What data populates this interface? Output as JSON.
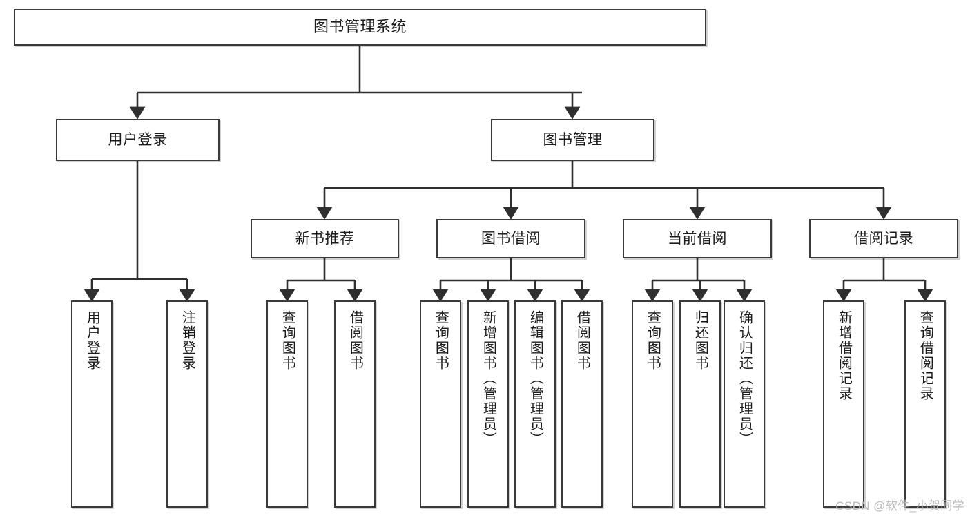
{
  "diagram": {
    "type": "tree",
    "title": "图书管理系统",
    "root": {
      "label": "图书管理系统"
    },
    "level2": [
      {
        "id": "user-login",
        "label": "用户登录"
      },
      {
        "id": "book-manage",
        "label": "图书管理"
      }
    ],
    "level3": [
      {
        "id": "new-book-recommend",
        "label": "新书推荐",
        "parent": "book-manage"
      },
      {
        "id": "book-borrow",
        "label": "图书借阅",
        "parent": "book-manage"
      },
      {
        "id": "current-borrow",
        "label": "当前借阅",
        "parent": "book-manage"
      },
      {
        "id": "borrow-record",
        "label": "借阅记录",
        "parent": "book-manage"
      }
    ],
    "leaves": [
      {
        "id": "leaf-user-login",
        "label": "用户登录",
        "parent": "user-login"
      },
      {
        "id": "leaf-user-logout",
        "label": "注销登录",
        "parent": "user-login"
      },
      {
        "id": "leaf-query-book-1",
        "label": "查询图书",
        "parent": "new-book-recommend"
      },
      {
        "id": "leaf-borrow-book-1",
        "label": "借阅图书",
        "parent": "new-book-recommend"
      },
      {
        "id": "leaf-query-book-2",
        "label": "查询图书",
        "parent": "book-borrow"
      },
      {
        "id": "leaf-add-book",
        "label": "新增图书（管理员）",
        "parent": "book-borrow"
      },
      {
        "id": "leaf-edit-book",
        "label": "编辑图书（管理员）",
        "parent": "book-borrow"
      },
      {
        "id": "leaf-borrow-book-2",
        "label": "借阅图书",
        "parent": "book-borrow"
      },
      {
        "id": "leaf-query-book-3",
        "label": "查询图书",
        "parent": "current-borrow"
      },
      {
        "id": "leaf-return-book",
        "label": "归还图书",
        "parent": "current-borrow"
      },
      {
        "id": "leaf-confirm-return",
        "label": "确认归还（管理员）",
        "parent": "current-borrow"
      },
      {
        "id": "leaf-add-record",
        "label": "新增借阅记录",
        "parent": "borrow-record"
      },
      {
        "id": "leaf-query-record",
        "label": "查询借阅记录",
        "parent": "borrow-record"
      }
    ],
    "watermark": "CSDN @软件_小贺同学",
    "colors": {
      "border": "#3a3a3a",
      "background": "#ffffff",
      "text": "#1b1b1b",
      "edge": "#2f2f2f",
      "watermark": "#b9b9b9"
    }
  }
}
